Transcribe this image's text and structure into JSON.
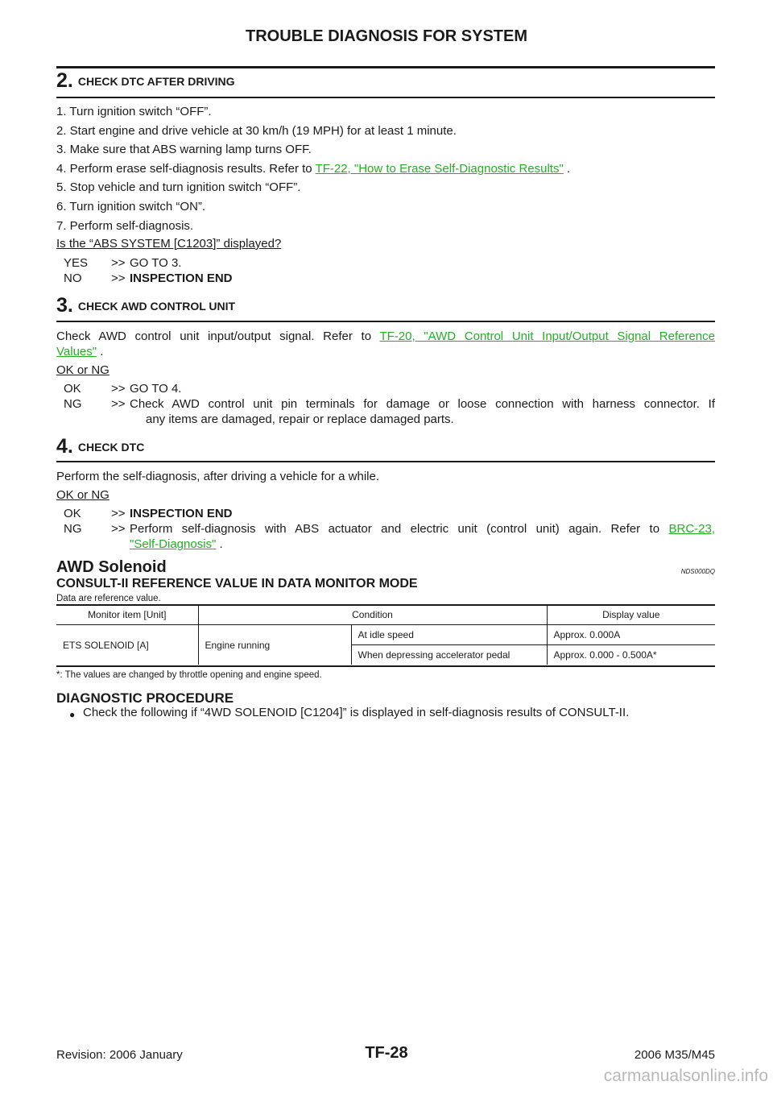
{
  "header": {
    "title": "TROUBLE DIAGNOSIS FOR SYSTEM"
  },
  "step2": {
    "number": "2.",
    "title": "CHECK DTC AFTER DRIVING",
    "items": [
      "1. Turn ignition switch “OFF”.",
      "2. Start engine and drive vehicle at 30 km/h (19 MPH) for at least 1 minute.",
      "3. Make sure that ABS warning lamp turns OFF.",
      "4. Perform erase self-diagnosis results. Refer to",
      "5. Stop vehicle and turn ignition switch “OFF”.",
      "6. Turn ignition switch “ON”.",
      "7. Perform self-diagnosis."
    ],
    "item4_link": "TF-22, \"How to Erase Self-Diagnostic Results\"",
    "item4_tail": " .",
    "question": "Is the “ABS SYSTEM [C1203]” displayed?",
    "answers": [
      {
        "key": "YES",
        "arrow": ">>",
        "text": "GO TO 3."
      },
      {
        "key": "NO",
        "arrow": ">>",
        "text": "INSPECTION END"
      }
    ]
  },
  "step3": {
    "number": "3.",
    "title": "CHECK AWD CONTROL UNIT",
    "text": "Check AWD control unit input/output signal. Refer to",
    "link_part1": "TF-20, \"AWD Control Unit Input/Output Signal Reference",
    "link_part2": "Values\"",
    "tail": " .",
    "question": "OK or NG",
    "answers": [
      {
        "key": "OK",
        "arrow": ">>",
        "text": "GO TO 4."
      },
      {
        "key": "NG",
        "arrow": ">>",
        "text_line1": "Check AWD control unit pin terminals for damage or loose connection with harness connector. If",
        "text_line2": "any items are damaged, repair or replace damaged parts."
      }
    ]
  },
  "step4": {
    "number": "4.",
    "title": "CHECK DTC",
    "text": "Perform the self-diagnosis, after driving a vehicle for a while.",
    "question": "OK or NG",
    "answers": [
      {
        "key": "OK",
        "arrow": ">>",
        "text": "INSPECTION END"
      },
      {
        "key": "NG",
        "arrow": ">>",
        "text_line1": "Perform self-diagnosis with ABS actuator and electric unit (control unit) again. Refer to",
        "link_part1": "BRC-23,",
        "link_part2": "\"Self-Diagnosis\"",
        "tail": " ."
      }
    ]
  },
  "section": {
    "title": "AWD Solenoid",
    "code": "NDS000DQ",
    "subtitle": "CONSULT-II REFERENCE VALUE IN DATA MONITOR MODE",
    "note": "Data are reference value.",
    "table": {
      "headers": [
        "Monitor item [Unit]",
        "Condition",
        "Display value"
      ],
      "item": "ETS SOLENOID [A]",
      "condition": "Engine running",
      "rows": [
        {
          "sub": "At idle speed",
          "value": "Approx. 0.000A"
        },
        {
          "sub": "When depressing accelerator pedal",
          "value": "Approx. 0.000 - 0.500A*"
        }
      ]
    },
    "footnote": "*: The values are changed by throttle opening and engine speed.",
    "procedure_title": "DIAGNOSTIC PROCEDURE",
    "bullet_symbol": "●",
    "bullet": "Check the following if “4WD SOLENOID [C1204]” is displayed in self-diagnosis results of CONSULT-II."
  },
  "footer": {
    "revision": "Revision: 2006 January",
    "page": "TF-28",
    "model": "2006 M35/M45"
  },
  "watermark": "carmanualsonline.info"
}
